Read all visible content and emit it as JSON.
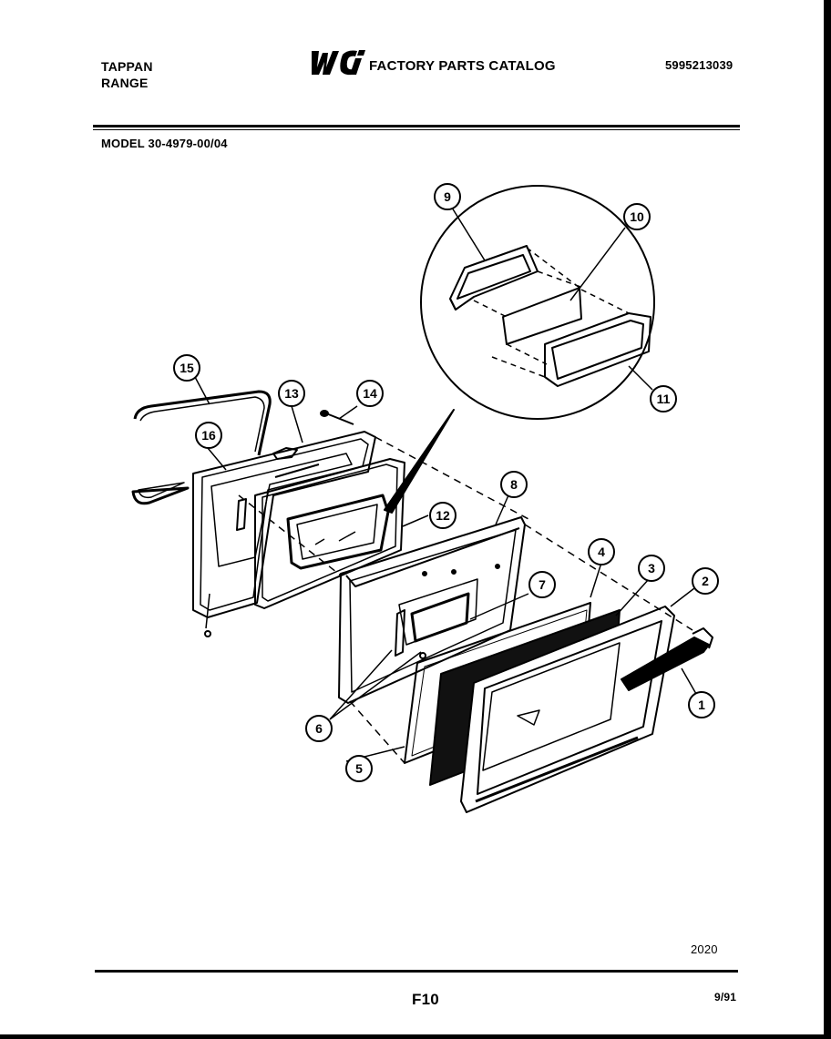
{
  "header": {
    "brand_line1": "TAPPAN",
    "brand_line2": "RANGE",
    "logo_text": "WCI",
    "catalog_title": "FACTORY PARTS CATALOG",
    "catalog_number": "5995213039"
  },
  "model_line": "MODEL 30-4979-00/04",
  "footer": {
    "diagram_code": "2020",
    "page_id": "F10",
    "date": "9/91"
  },
  "callouts": [
    {
      "id": "c1",
      "label": "1"
    },
    {
      "id": "c2",
      "label": "2"
    },
    {
      "id": "c3",
      "label": "3"
    },
    {
      "id": "c4",
      "label": "4"
    },
    {
      "id": "c5",
      "label": "5"
    },
    {
      "id": "c6",
      "label": "6"
    },
    {
      "id": "c7",
      "label": "7"
    },
    {
      "id": "c8",
      "label": "8"
    },
    {
      "id": "c9",
      "label": "9"
    },
    {
      "id": "c10",
      "label": "10"
    },
    {
      "id": "c11",
      "label": "11"
    },
    {
      "id": "c12",
      "label": "12"
    },
    {
      "id": "c13",
      "label": "13"
    },
    {
      "id": "c14",
      "label": "14"
    },
    {
      "id": "c15",
      "label": "15"
    },
    {
      "id": "c16",
      "label": "16"
    }
  ]
}
